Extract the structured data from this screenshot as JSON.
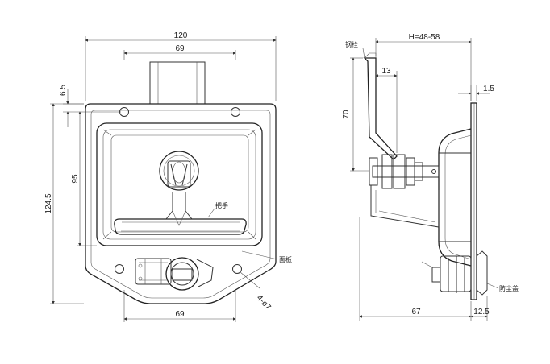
{
  "front_view": {
    "dims": {
      "overall_width": "120",
      "top_width": "69",
      "bottom_width": "69",
      "top_offset": "6.5",
      "inner_height": "95",
      "overall_height": "124.5",
      "holes": "4-ø7"
    },
    "labels": {
      "handle": "把手",
      "panel": "面板"
    }
  },
  "side_view": {
    "dims": {
      "h_range": "H=48-58",
      "offset": "13",
      "bolt_height": "70",
      "plate": "1.5",
      "depth": "67",
      "cap": "12.5"
    },
    "labels": {
      "bolt": "钢栓",
      "dust_cap": "防尘盖"
    }
  }
}
